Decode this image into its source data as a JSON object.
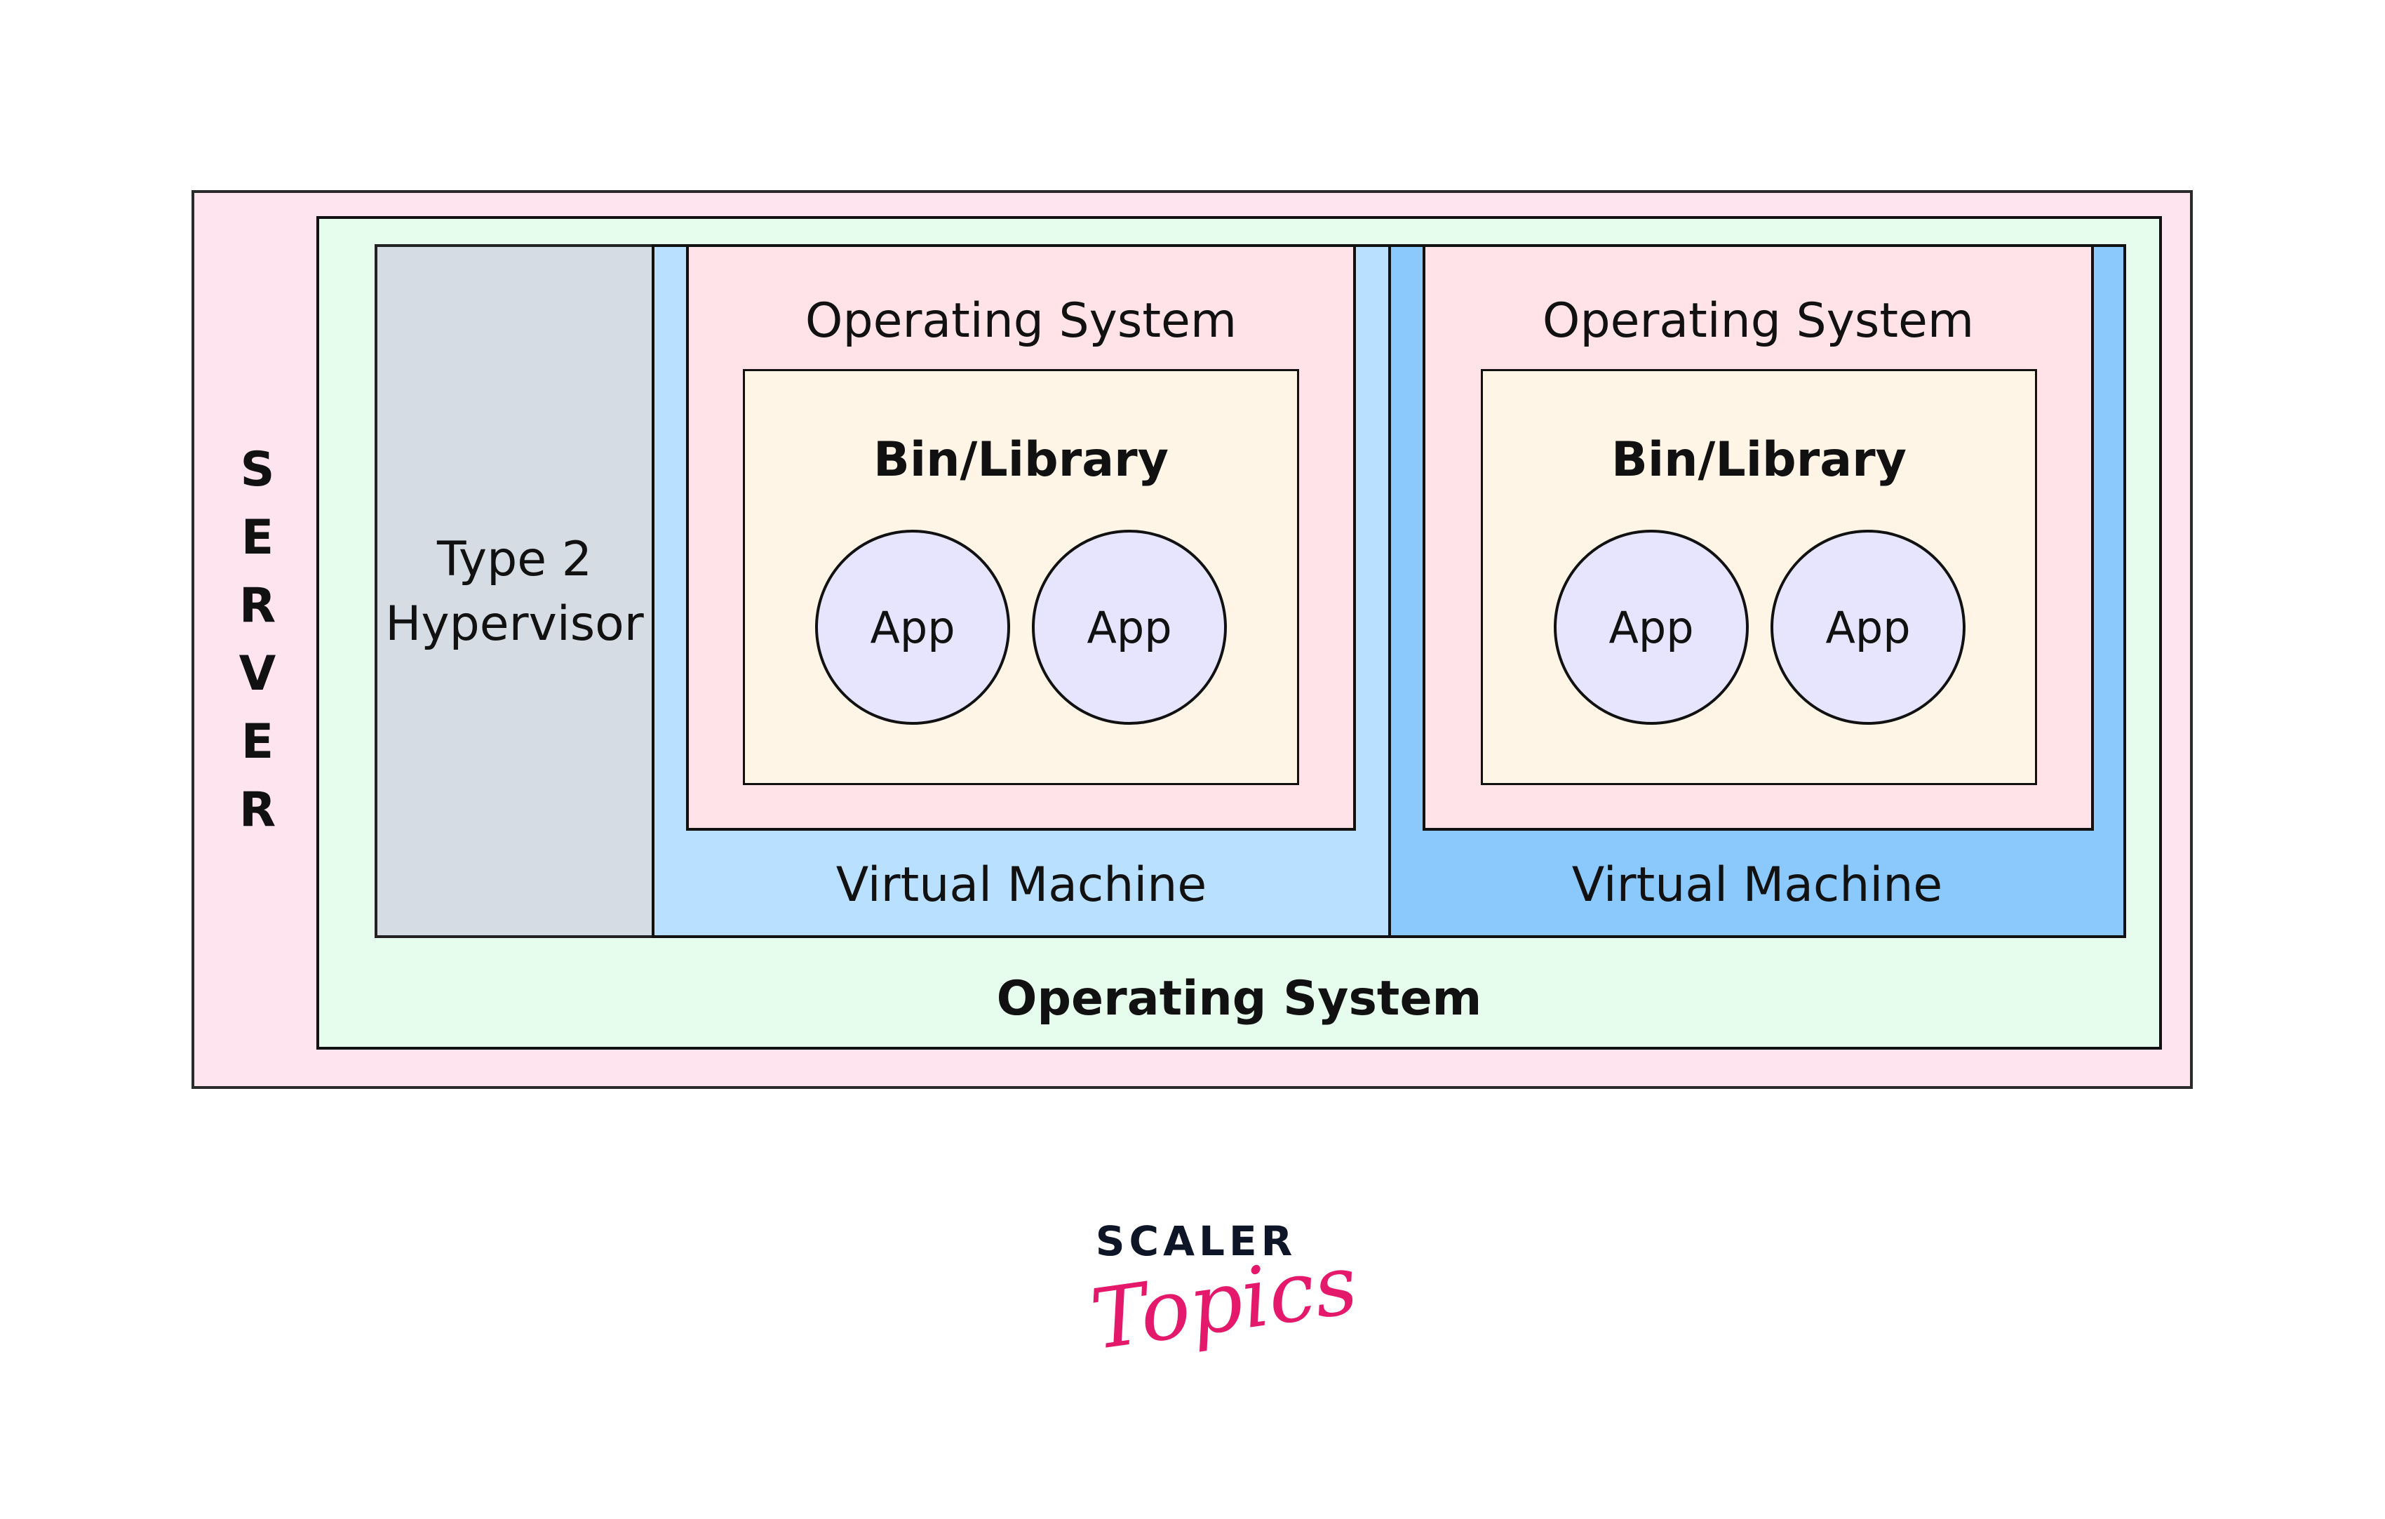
{
  "diagram": {
    "server_label": [
      "S",
      "E",
      "R",
      "V",
      "E",
      "R"
    ],
    "host_os_label": "Operating System",
    "hypervisor_label_line1": "Type 2",
    "hypervisor_label_line2": "Hypervisor",
    "virtual_machines": [
      {
        "label": "Virtual Machine",
        "guest_os_label": "Operating System",
        "bin_library_label": "Bin/Library",
        "apps": [
          "App",
          "App"
        ],
        "color": "#b9e0fe"
      },
      {
        "label": "Virtual Machine",
        "guest_os_label": "Operating System",
        "bin_library_label": "Bin/Library",
        "apps": [
          "App",
          "App"
        ],
        "color": "#8bc8fb"
      }
    ],
    "colors": {
      "server": "#fde4ee",
      "host_os": "#e6fcec",
      "hypervisor": "#d6dce3",
      "guest_os": "#ffe3e8",
      "bin_library": "#fef5e7",
      "app": "#e6e5fd"
    }
  },
  "logo": {
    "line1": "SCALER",
    "line2": "Topics",
    "brand_dark": "#0e1526",
    "brand_pink": "#e5196b"
  }
}
